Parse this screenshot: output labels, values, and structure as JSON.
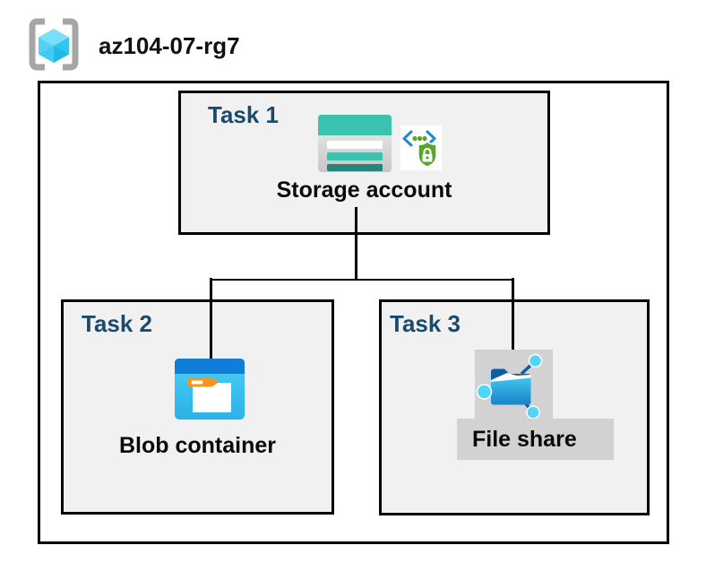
{
  "header": {
    "resource_group_name": "az104-07-rg7",
    "resource_group_icon": "resource-group-icon"
  },
  "tasks": {
    "task1": {
      "label": "Task 1",
      "item_label": "Storage account",
      "icons": [
        "storage-account-icon",
        "shared-access-signature-icon"
      ]
    },
    "task2": {
      "label": "Task 2",
      "item_label": "Blob container",
      "icons": [
        "blob-container-icon"
      ]
    },
    "task3": {
      "label": "Task 3",
      "item_label": "File share",
      "icons": [
        "file-share-icon"
      ]
    }
  },
  "connections": [
    {
      "from": "Storage account",
      "to": "Blob container"
    },
    {
      "from": "Storage account",
      "to": "File share"
    }
  ],
  "colors": {
    "task_label": "#1a4a6e",
    "box_fill": "#f1f1f1",
    "border": "#000000",
    "teal": "#3cc3b0",
    "teal_dark": "#26857a",
    "header_blue": "#0f7ed8",
    "green": "#57a52c",
    "bracket_blue": "#1e8ad6",
    "orange": "#f7941e",
    "icon_gray_bg": "#d2d2d2",
    "node_cyan": "#4fd6fa",
    "folder_blue": "#0d5ea8",
    "rg_bracket_gray": "#a6a6a6"
  }
}
